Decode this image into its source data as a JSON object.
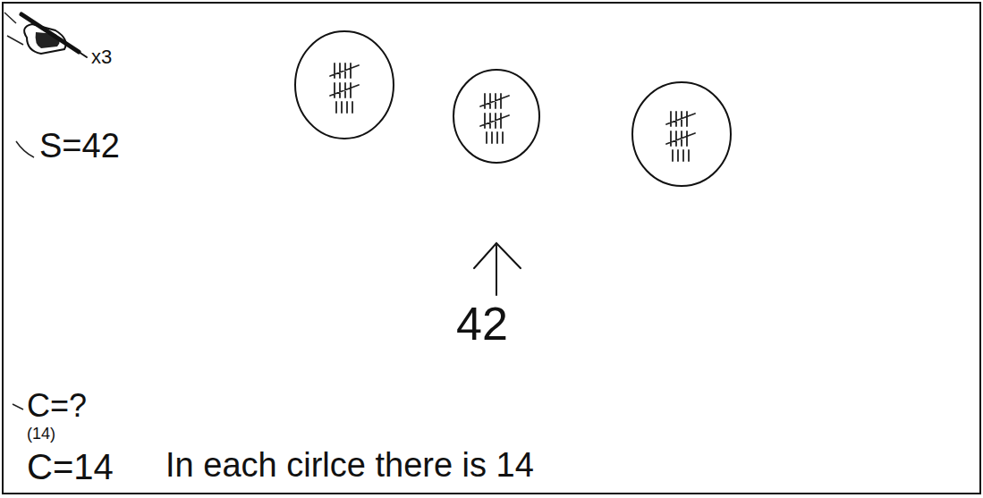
{
  "diagram": {
    "labels": [
      "x3",
      "S=42",
      "42",
      "C=?",
      "(14)",
      "C=14",
      "In each cirlce there is 14"
    ]
  }
}
